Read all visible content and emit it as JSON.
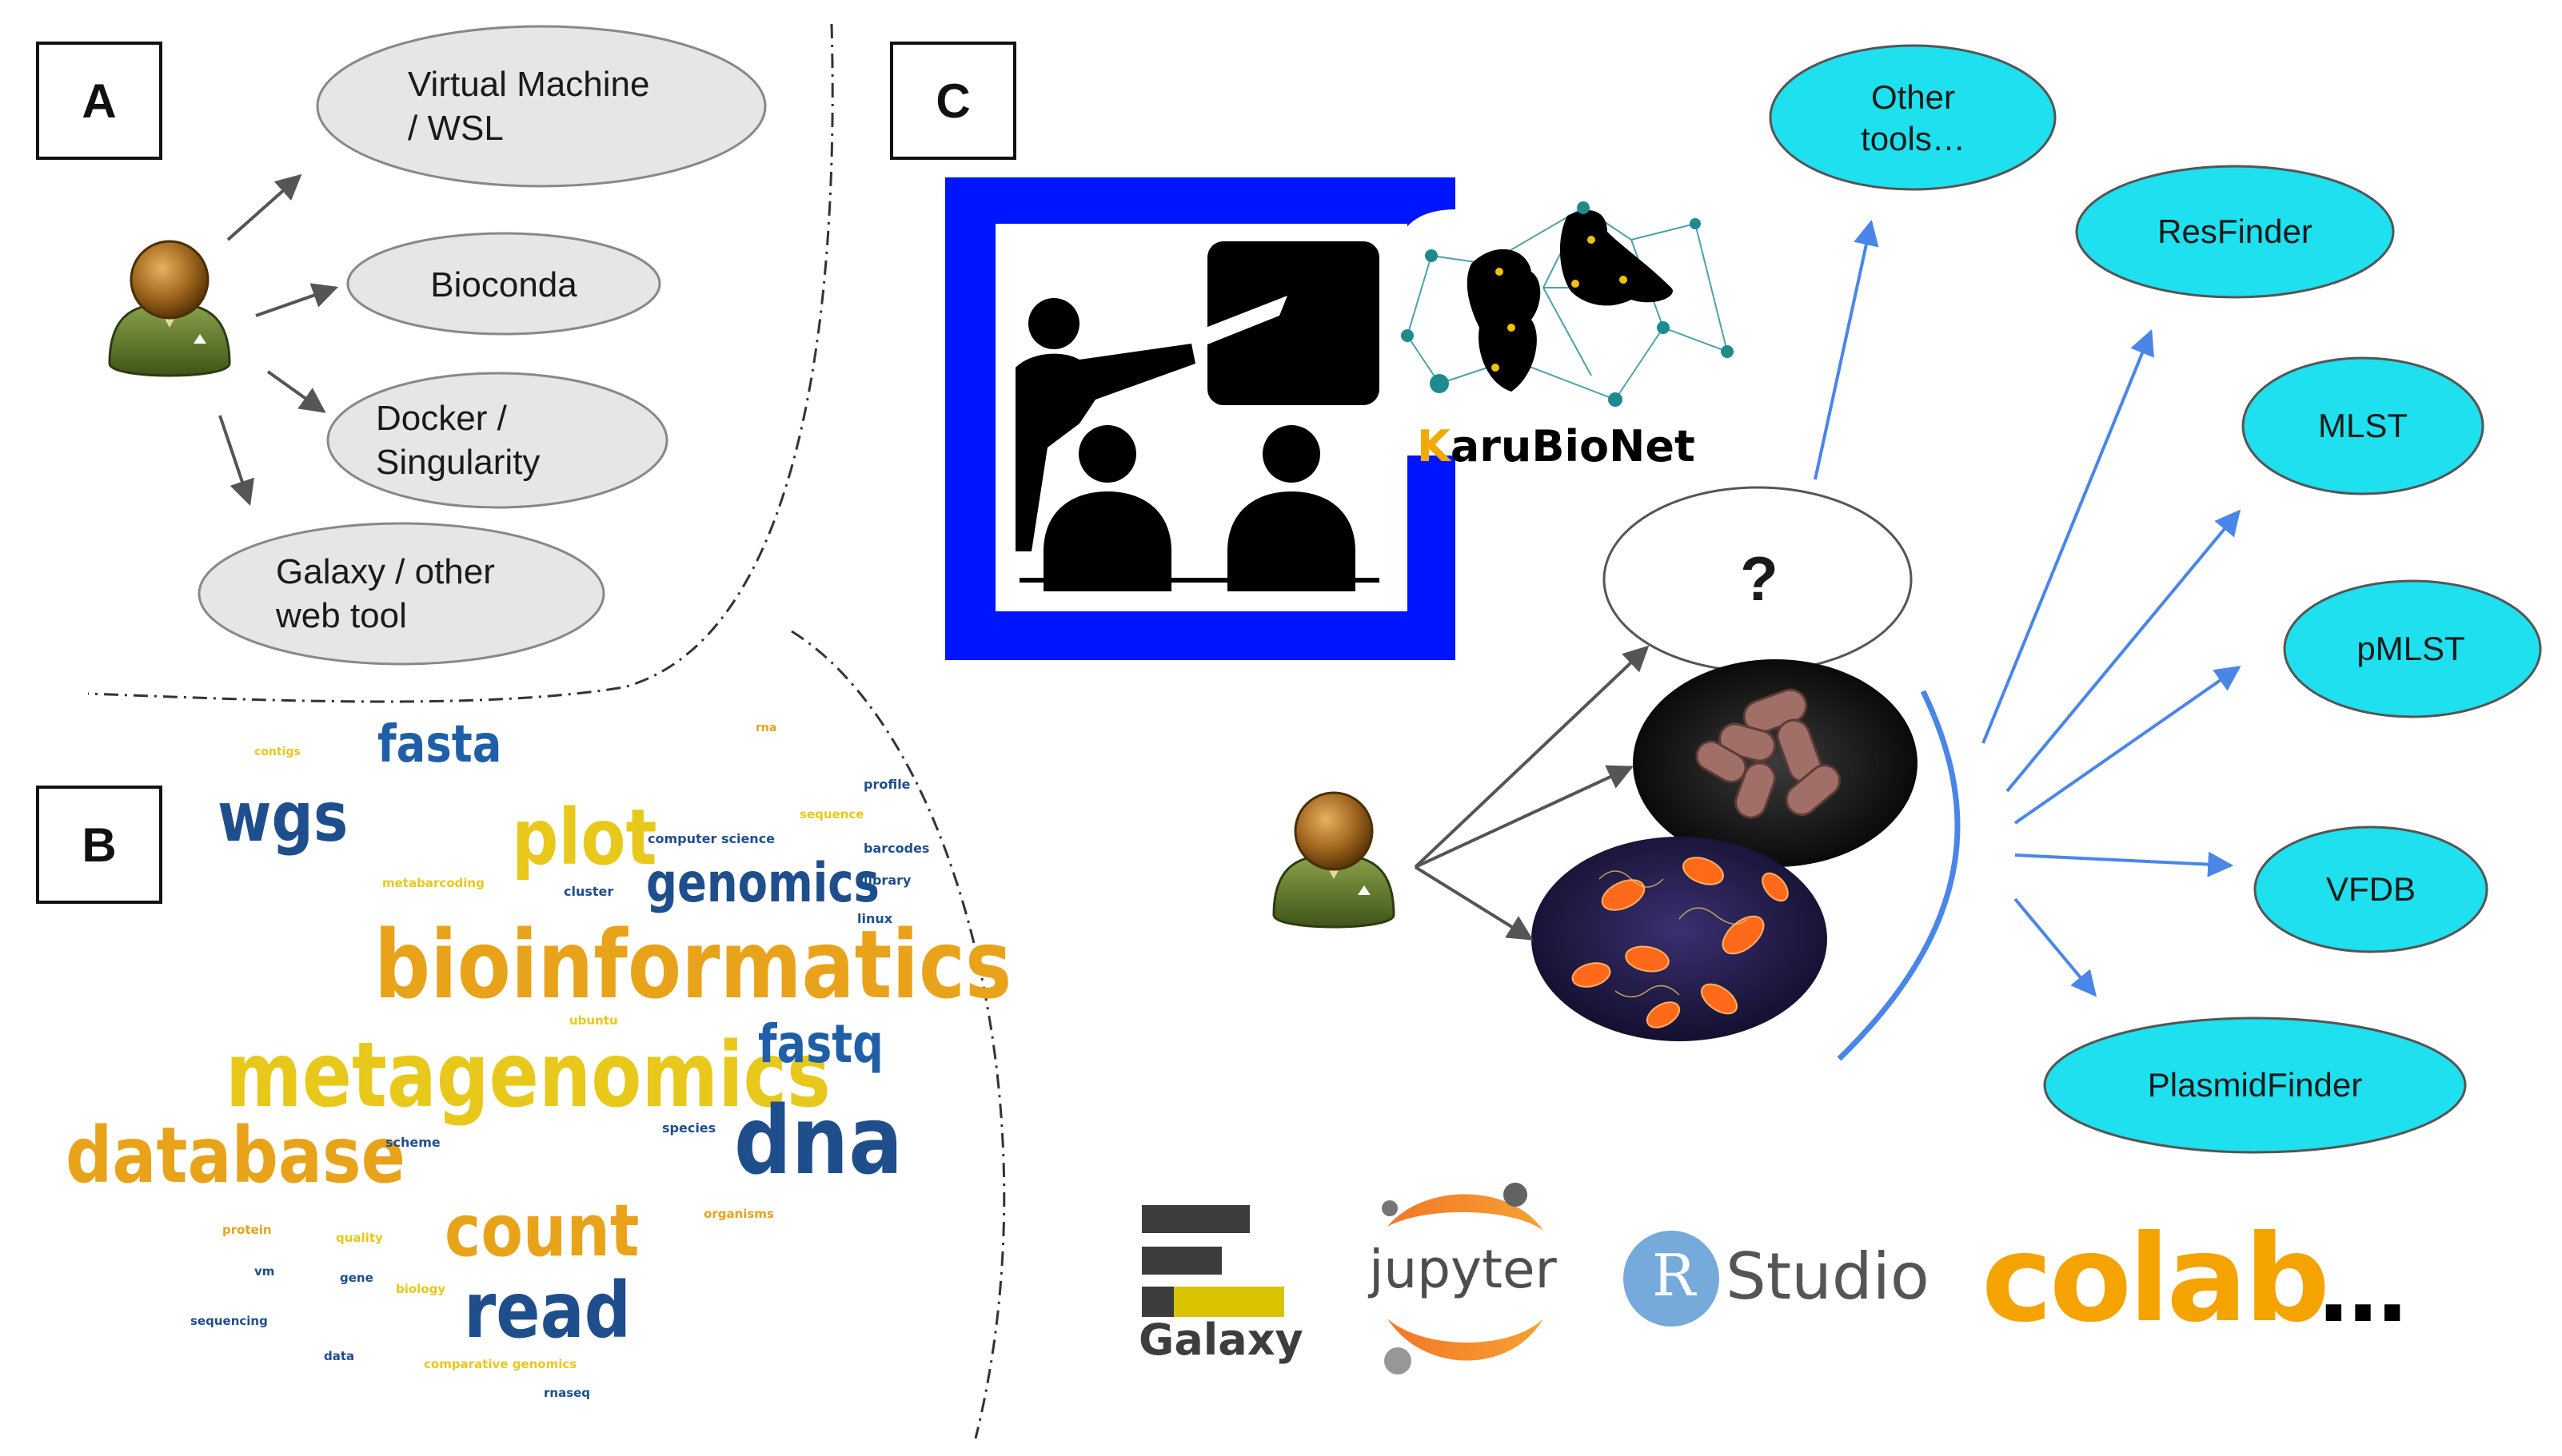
{
  "panels": {
    "a": "A",
    "b": "B",
    "c": "C"
  },
  "panel_a": {
    "options": [
      "Virtual Machine\n/ WSL",
      "Bioconda",
      "Docker /\nSingularity",
      "Galaxy / other\nweb tool"
    ]
  },
  "panel_b": {
    "words": [
      "fasta",
      "contigs",
      "rna",
      "wgs",
      "profile",
      "sequence",
      "plot",
      "computer science",
      "barcodes",
      "metabarcoding",
      "cluster",
      "genomics",
      "library",
      "linux",
      "bioinformatics",
      "ubuntu",
      "metagenomics",
      "fastq",
      "database",
      "species",
      "scheme",
      "dna",
      "organisms",
      "protein",
      "quality",
      "count",
      "vm",
      "gene",
      "biology",
      "read",
      "sequencing",
      "data",
      "comparative genomics",
      "rnaseq"
    ],
    "colors": {
      "blue": "#1f4e8c",
      "gold": "#e8a31a",
      "yellow": "#e8c81a"
    }
  },
  "panel_c": {
    "org": {
      "k": "K",
      "rest": "aruBioNet"
    },
    "question": "?",
    "tools": [
      "Other\ntools…",
      "ResFinder",
      "MLST",
      "pMLST",
      "VFDB",
      "PlasmidFinder"
    ],
    "tool_color": "#1ee0ee",
    "platforms": {
      "galaxy": "Galaxy",
      "jupyter": "jupyter",
      "rstudio_r": "R",
      "rstudio": "Studio",
      "colab": "colab",
      "more": "…"
    }
  },
  "icons": {
    "user": "user-avatar-icon",
    "teacher": "classroom-teacher-icon",
    "network": "network-map-icon",
    "bacteria": "bacteria-micrograph-icon"
  }
}
